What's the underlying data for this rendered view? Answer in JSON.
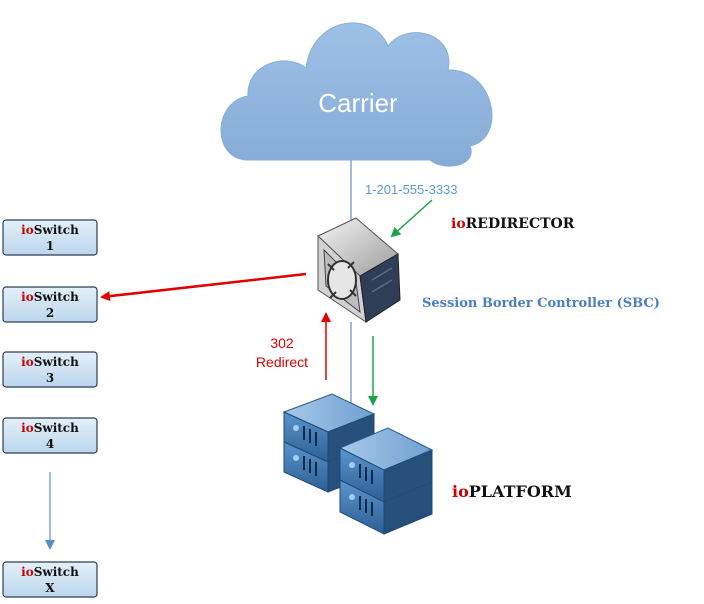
{
  "cloud": {
    "label": "Carrier",
    "fill": "#8db3dc"
  },
  "phone_number": {
    "text": "1-201-555-3333",
    "color": "#5b9bd5"
  },
  "redirector": {
    "prefix": "io",
    "name": "REDIRECTOR"
  },
  "sbc": {
    "label": "Session Border Controller (SBC)",
    "color": "#4a7fc1"
  },
  "redirect": {
    "code": "302",
    "word": "Redirect",
    "color": "#e00000"
  },
  "platform": {
    "prefix": "io",
    "name": "PLATFORM"
  },
  "switches": [
    {
      "prefix": "io",
      "name": "Switch",
      "id": "1"
    },
    {
      "prefix": "io",
      "name": "Switch",
      "id": "2"
    },
    {
      "prefix": "io",
      "name": "Switch",
      "id": "3"
    },
    {
      "prefix": "io",
      "name": "Switch",
      "id": "4"
    },
    {
      "prefix": "io",
      "name": "Switch",
      "id": "X"
    }
  ],
  "icons": {
    "sbc_device": "sbc-appliance-icon",
    "server_cluster": "server-rack-icon"
  }
}
